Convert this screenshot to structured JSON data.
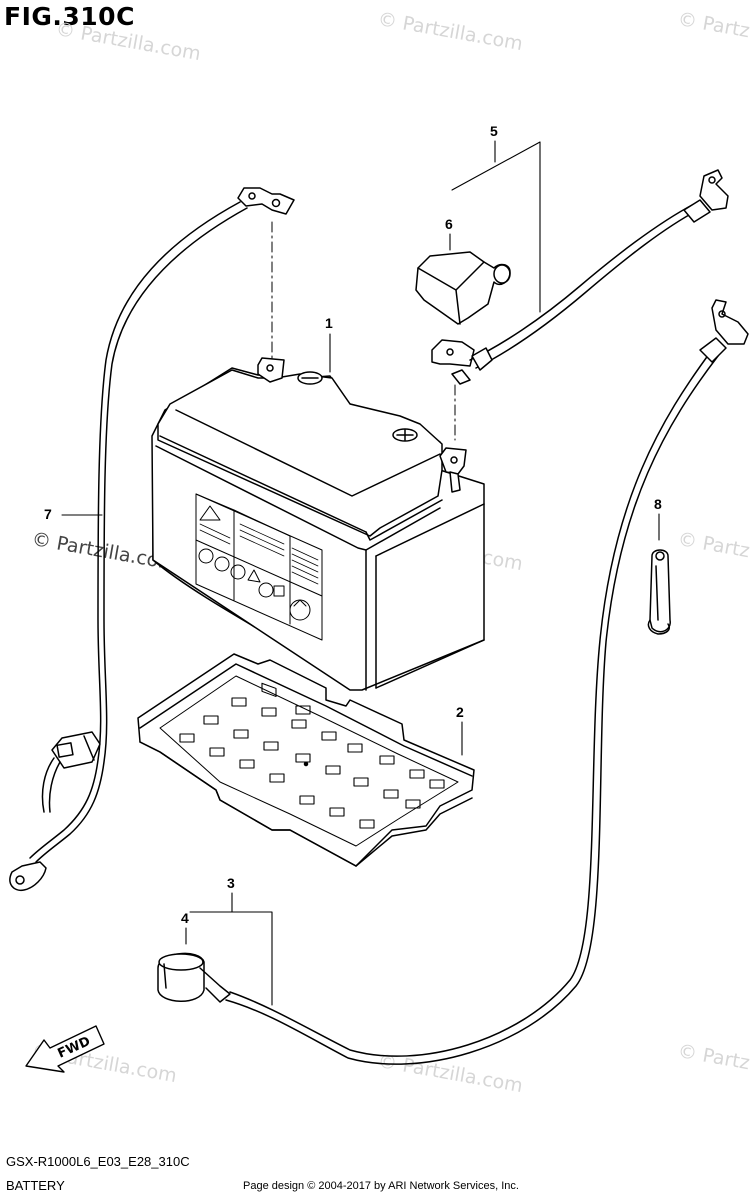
{
  "figure": {
    "title": "FIG.310C",
    "model_code": "GSX-R1000L6_E03_E28_310C",
    "section_name": "BATTERY",
    "credit": "Page design © 2004-2017 by ARI Network Services, Inc."
  },
  "watermark": {
    "text": "© Partzilla.com"
  },
  "callouts": [
    "1",
    "2",
    "3",
    "4",
    "5",
    "6",
    "7",
    "8"
  ],
  "direction_marker": {
    "label": "FWD"
  },
  "colors": {
    "line": "#000000",
    "watermark": "#d6d6d6",
    "fill": "#ffffff"
  }
}
